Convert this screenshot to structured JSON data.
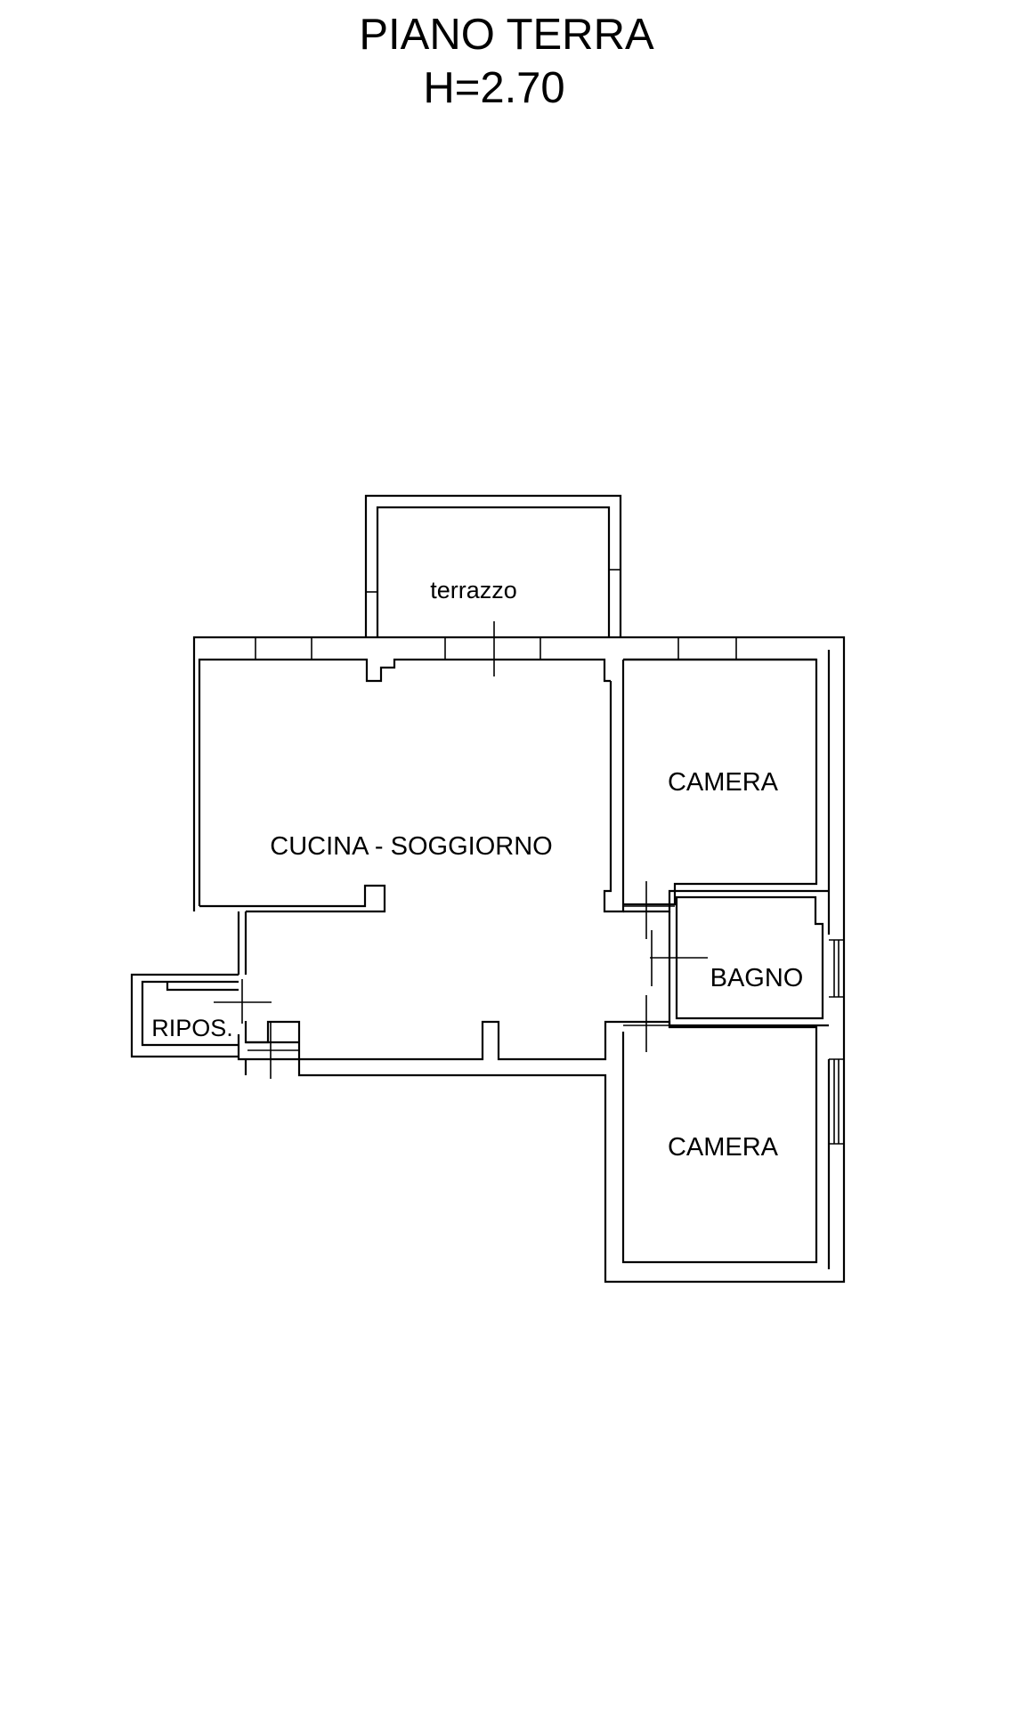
{
  "plan": {
    "title": "PIANO TERRA",
    "height_label": "H=2.70"
  },
  "rooms": {
    "terrazzo": "terrazzo",
    "cucina_soggiorno": "CUCINA - SOGGIORNO",
    "camera_top": "CAMERA",
    "bagno": "BAGNO",
    "camera_bottom": "CAMERA",
    "ripostiglio": "RIPOS."
  },
  "colors": {
    "line": "#000000",
    "background": "#ffffff"
  }
}
